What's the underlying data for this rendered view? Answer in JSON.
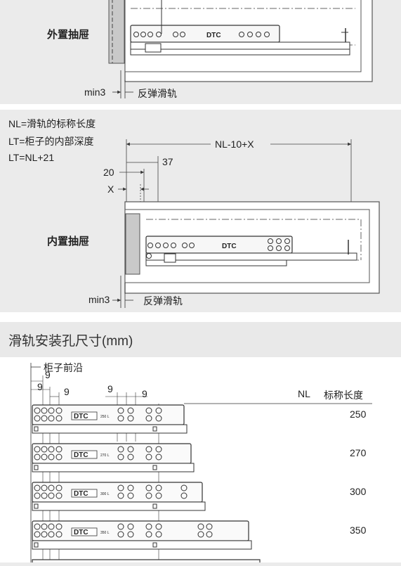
{
  "panel1": {
    "drawer_label": "外置抽屉",
    "min_label": "min3",
    "rail_label": "反弹滑轨",
    "brand": "DTC"
  },
  "panel2": {
    "notes": [
      "NL=滑轨的标称长度",
      "LT=柜子的内部深度",
      "LT=NL+21"
    ],
    "dim_top": "NL-10+X",
    "dim_37": "37",
    "dim_20": "20",
    "dim_x": "X",
    "drawer_label": "内置抽屉",
    "min_label": "min3",
    "rail_label": "反弹滑轨",
    "brand": "DTC"
  },
  "section": {
    "title": "滑轨安装孔尺寸(mm)"
  },
  "panel3": {
    "front_label": "柜子前沿",
    "dims": [
      "9",
      "9",
      "9",
      "9",
      "9"
    ],
    "col_nl": "NL",
    "col_len": "标称长度",
    "brand": "DTC",
    "rails": [
      {
        "nl": "250",
        "tag": "250 L"
      },
      {
        "nl": "270",
        "tag": "270 L"
      },
      {
        "nl": "300",
        "tag": "300 L"
      },
      {
        "nl": "350",
        "tag": "350 L"
      }
    ]
  }
}
